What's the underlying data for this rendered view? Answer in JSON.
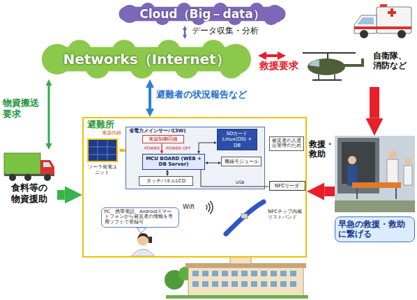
{
  "diagram": {
    "nodes": [
      {
        "text": [
          "Cloud（Big－data）"
        ]
      },
      {
        "text": [
          "Networks（Internet）"
        ]
      },
      {
        "text": [
          "自衛隊、消防など"
        ]
      },
      {
        "text": [
          "避難所"
        ]
      },
      {
        "text": [
          "ソーラ発電ユニット"
        ],
        "in": 3
      },
      {
        "text": [
          "省電力メインサーバ(3W)"
        ],
        "in": 3
      },
      {
        "text": [
          "電源制御回路"
        ],
        "in": 5
      },
      {
        "text": [
          "SDカード",
          "Linux(OS) + DB"
        ],
        "in": 5
      },
      {
        "text": [
          "MCU BOARD (WEB + DB Server)"
        ],
        "in": 5
      },
      {
        "text": [
          "無線モジュール"
        ],
        "in": 5
      },
      {
        "text": [
          "タッチパネルLCD"
        ],
        "in": 5
      },
      {
        "text": [
          "被災者の入退出管理のため"
        ],
        "in": 3
      },
      {
        "text": [
          "NFCリーダ"
        ],
        "in": 3
      },
      {
        "text": [
          "PC、携帯電話、Androidスマートフォンから被災者の情報を専用ソフトで登録可"
        ],
        "in": 3
      },
      {
        "text": [
          "食料等の物資援助"
        ]
      },
      {
        "text": [
          "早急の救援・救助に繋げる"
        ]
      }
    ],
    "edges": [
      {
        "from": 0,
        "to": 1,
        "arrow": "both",
        "label": "データ収集・分析"
      },
      {
        "from": 1,
        "to": 2,
        "arrow": "both",
        "label": "救援要求"
      },
      {
        "from": 1,
        "to": 14,
        "arrow": "both",
        "label": "物資搬送要求"
      },
      {
        "from": 1,
        "to": 3,
        "arrow": "both",
        "label": "避難者の状況報告など"
      },
      {
        "from": 14,
        "to": 3,
        "arrow": "to"
      },
      {
        "from": 2,
        "to": 15,
        "arrow": "to"
      },
      {
        "from": 15,
        "to": 3,
        "arrow": "to",
        "label": "救援・救助"
      },
      {
        "from": 4,
        "to": 5,
        "arrow": "none",
        "label": "電源供給"
      },
      {
        "from": 6,
        "to": 8,
        "arrow": "to",
        "label": "POWER"
      },
      {
        "from": 8,
        "to": 12,
        "arrow": "none",
        "label": "USB"
      },
      {
        "from": 8,
        "to": 10,
        "arrow": "both"
      },
      {
        "from": 8,
        "to": 9,
        "arrow": "both"
      },
      {
        "from": 8,
        "to": 7,
        "arrow": "both"
      }
    ],
    "labels": [
      "POWER OFF",
      "Wifi",
      "NFCチップ内蔵リストバンド"
    ]
  }
}
